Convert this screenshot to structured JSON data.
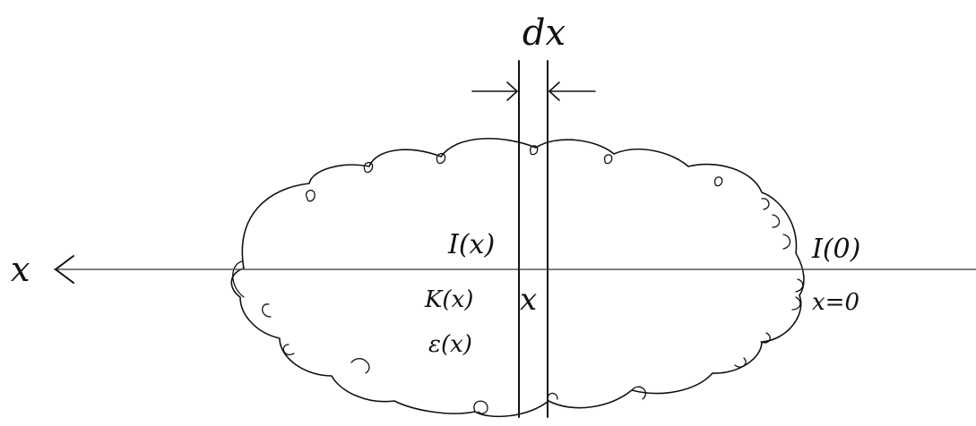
{
  "labels": {
    "width": "dx",
    "intensity_x": "I(x)",
    "absorption_x": "K(x)",
    "emissivity_x": "ε(x)",
    "position": "x",
    "intensity_0": "I(0)",
    "origin": "x=0",
    "axis": "x"
  },
  "colors": {
    "ink": "#111111",
    "axis": "#555555",
    "background": "#ffffff"
  }
}
